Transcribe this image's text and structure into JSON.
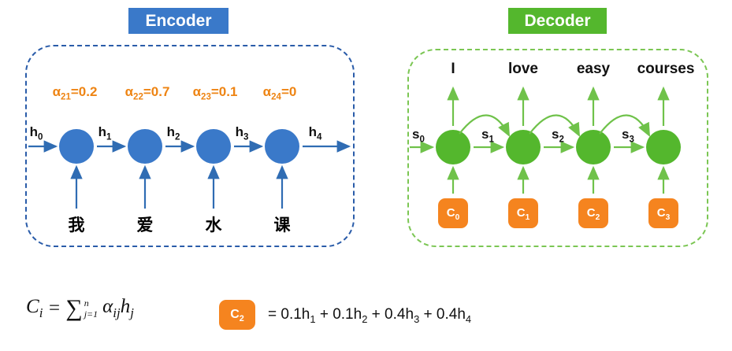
{
  "colors": {
    "encoder_blue": "#3a79c9",
    "decoder_green": "#54b72d",
    "context_orange": "#f5841f",
    "alpha_orange": "#ee8413",
    "encoder_border_blue": "#2a5ca9",
    "decoder_border_green": "#7bc653"
  },
  "encoder": {
    "title": "Encoder",
    "alpha_labels": [
      {
        "base": "α",
        "sub": "21",
        "value": "=0.2"
      },
      {
        "base": "α",
        "sub": "22",
        "value": "=0.7"
      },
      {
        "base": "α",
        "sub": "23",
        "value": "=0.1"
      },
      {
        "base": "α",
        "sub": "24",
        "value": "=0"
      }
    ],
    "h_labels": [
      {
        "base": "h",
        "sub": "0"
      },
      {
        "base": "h",
        "sub": "1"
      },
      {
        "base": "h",
        "sub": "2"
      },
      {
        "base": "h",
        "sub": "3"
      },
      {
        "base": "h",
        "sub": "4"
      }
    ],
    "inputs": [
      "我",
      "爱",
      "水",
      "课"
    ]
  },
  "decoder": {
    "title": "Decoder",
    "outputs": [
      "I",
      "love",
      "easy",
      "courses"
    ],
    "s_labels": [
      {
        "base": "s",
        "sub": "0"
      },
      {
        "base": "s",
        "sub": "1"
      },
      {
        "base": "s",
        "sub": "2"
      },
      {
        "base": "s",
        "sub": "3"
      }
    ],
    "contexts": [
      {
        "base": "C",
        "sub": "0"
      },
      {
        "base": "C",
        "sub": "1"
      },
      {
        "base": "C",
        "sub": "2"
      },
      {
        "base": "C",
        "sub": "3"
      }
    ]
  },
  "formula": {
    "lhs_base": "C",
    "lhs_sub": "i",
    "equals": "=",
    "sigma": "∑",
    "sigma_upper": "n",
    "sigma_lower": "j=1",
    "alpha_base": "α",
    "alpha_sub": "ij",
    "h_base": "h",
    "h_sub": "j",
    "box": {
      "base": "C",
      "sub": "2"
    },
    "terms": [
      {
        "coef": "= 0.1",
        "base": "h",
        "sub": "1"
      },
      {
        "coef": " +  0.1",
        "base": "h",
        "sub": "2"
      },
      {
        "coef": " + 0.4",
        "base": "h",
        "sub": "3"
      },
      {
        "coef": " + 0.4",
        "base": "h",
        "sub": "4"
      }
    ]
  }
}
